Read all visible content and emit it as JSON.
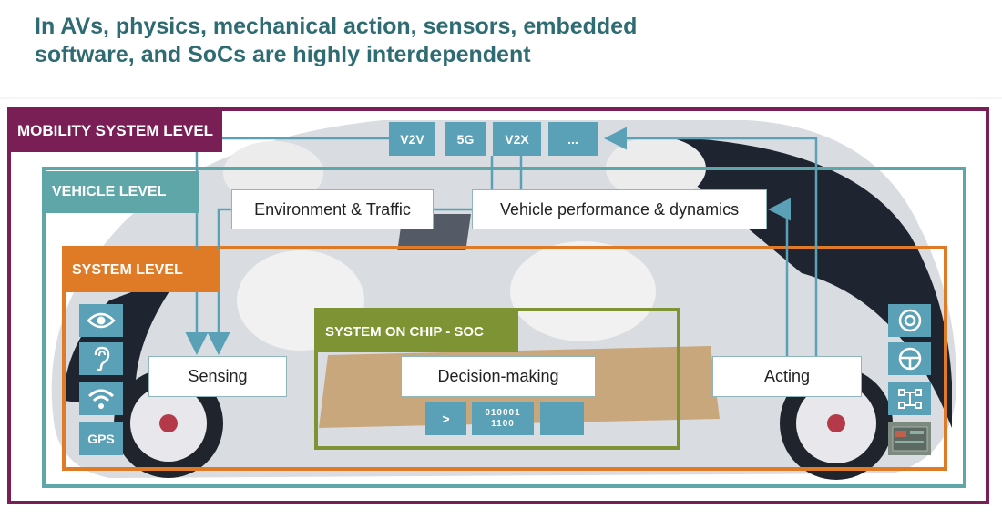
{
  "title": {
    "line1": "In AVs, physics, mechanical action, sensors, embedded",
    "line2": "software, and SoCs are highly interdependent"
  },
  "levels": {
    "mobility": "MOBILITY SYSTEM LEVEL",
    "vehicle": "VEHICLE LEVEL",
    "system": "SYSTEM LEVEL",
    "soc": "SYSTEM ON CHIP - SOC"
  },
  "connectivity": [
    "V2V",
    "5G",
    "V2X",
    "..."
  ],
  "boxes": {
    "environment": "Environment & Traffic",
    "performance": "Vehicle performance & dynamics",
    "sensing": "Sensing",
    "decision": "Decision-making",
    "acting": "Acting"
  },
  "soc_chips": {
    "prompt": ">",
    "binary_line1": "010001",
    "binary_line2": "1100"
  },
  "sensor_icons": [
    "eye-icon",
    "ear-icon",
    "wifi-icon",
    "gps-icon"
  ],
  "sensor_gps_label": "GPS",
  "actuator_icons": [
    "tire-icon",
    "steering-wheel-icon",
    "chassis-icon",
    "display-icon"
  ],
  "colors": {
    "title": "#2e6b73",
    "mobility": "#7a1e56",
    "vehicle": "#5fa6a8",
    "system": "#df7a26",
    "soc": "#7d9334",
    "chip": "#5aa0b6"
  }
}
